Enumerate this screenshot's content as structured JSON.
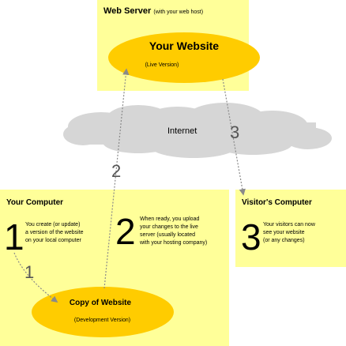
{
  "server": {
    "title": "Web Server",
    "note": "(with your web host)",
    "site_title": "Your Website",
    "site_sub": "(Live Version)"
  },
  "internet": {
    "label": "Internet",
    "step": "3"
  },
  "upload_step": "2",
  "local": {
    "title": "Your Computer",
    "step1_num": "1",
    "step1_text": "You create (or update)\na version of the website\non your local computer",
    "step2_num": "2",
    "step2_text": "When ready, you upload\nyour changes to the live\nserver (usually located\nwith your hosting company)",
    "arrow_step": "1",
    "copy_title": "Copy of Website",
    "copy_sub": "(Development Version)"
  },
  "visitor": {
    "title": "Visitor's Computer",
    "step3_num": "3",
    "step3_text": "Your visitors can now\nsee your website\n(or any changes)"
  },
  "colors": {
    "panel": "#ffff99",
    "ellipse": "#ffcc00",
    "cloud": "#d6d6d6",
    "arrow": "#8a8a8a"
  }
}
